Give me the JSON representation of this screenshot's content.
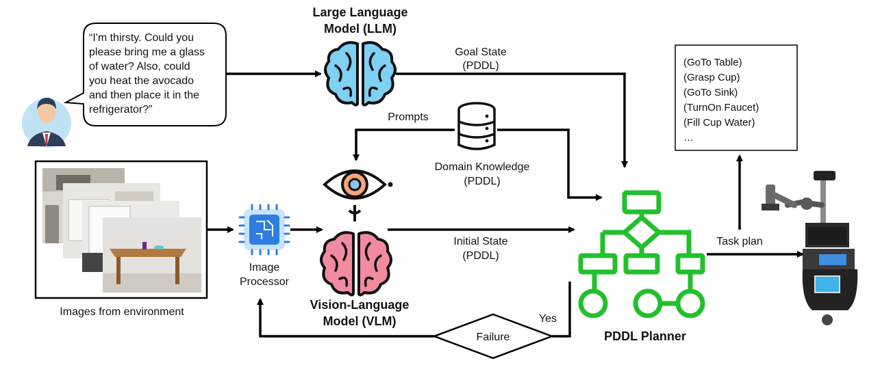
{
  "user": {
    "speech_lines": [
      "“I'm thirsty. Could you",
      "please bring me a glass",
      "of water? Also, could",
      "you heat the avocado",
      "and then place it in the",
      "refrigerator?”"
    ]
  },
  "llm": {
    "title_lines": [
      "Large Language",
      "Model (LLM)"
    ]
  },
  "vlm": {
    "title_lines": [
      "Vision-Language",
      "Model (VLM)"
    ]
  },
  "goal_state": {
    "lines": [
      "Goal State",
      "(PDDL)"
    ]
  },
  "initial_state": {
    "lines": [
      "Initial State",
      "(PDDL)"
    ]
  },
  "prompts": {
    "label": "Prompts"
  },
  "domain_knowledge": {
    "lines": [
      "Domain Knowledge",
      "(PDDL)"
    ]
  },
  "environment": {
    "caption": "Images from environment"
  },
  "image_processor": {
    "lines": [
      "Image",
      "Processor"
    ]
  },
  "planner": {
    "title": "PDDL Planner"
  },
  "failure": {
    "label": "Failure",
    "yes_label": "Yes"
  },
  "task_plan": {
    "label": "Task plan",
    "steps": [
      "(GoTo Table)",
      "(Grasp Cup)",
      "(GoTo Sink)",
      "(TurnOn Faucet)",
      "(Fill Cup Water)",
      "…"
    ]
  },
  "colors": {
    "llm_brain": "#7fd0f2",
    "vlm_brain": "#f28ba0",
    "eye_iris": "#f6a57a",
    "eye_pupil": "#8fc1ea",
    "planner_green": "#22c02c",
    "chip_blue": "#2f7de0"
  }
}
